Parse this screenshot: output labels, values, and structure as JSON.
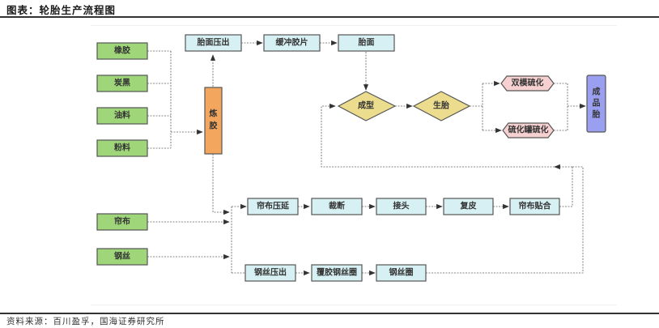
{
  "title": "图表：轮胎生产流程图",
  "source": "资料来源：百川盈孚，国海证券研究所",
  "colors": {
    "raw_material": "#9fd67a",
    "process": "#d7f0f3",
    "mixing": "#f2a65e",
    "decision": "#ecdc8e",
    "curing": "#f7d1d1",
    "final": "#9aa0ef",
    "border": "#555555"
  },
  "nodes": {
    "rubber": "橡胶",
    "carbon_black": "炭黑",
    "oil": "油料",
    "powder": "粉料",
    "mixing": "炼胶",
    "tread_extrusion": "胎面压出",
    "cushion_sheet": "缓冲胶片",
    "tread": "胎面",
    "forming": "成型",
    "green_tire": "生胎",
    "dual_mold_curing": "双模硫化",
    "autoclave_curing": "硫化罐硫化",
    "finished_tire": "成品胎",
    "cord_fabric": "帘布",
    "steel_wire": "钢丝",
    "cord_calendering": "帘布压延",
    "cutting": "裁断",
    "splicing": "接头",
    "skim_coating": "复皮",
    "cord_laminating": "帘布贴合",
    "wire_extrusion": "钢丝压出",
    "rubber_coated_bead": "覆胶钢丝圈",
    "bead_ring": "钢丝圈"
  }
}
